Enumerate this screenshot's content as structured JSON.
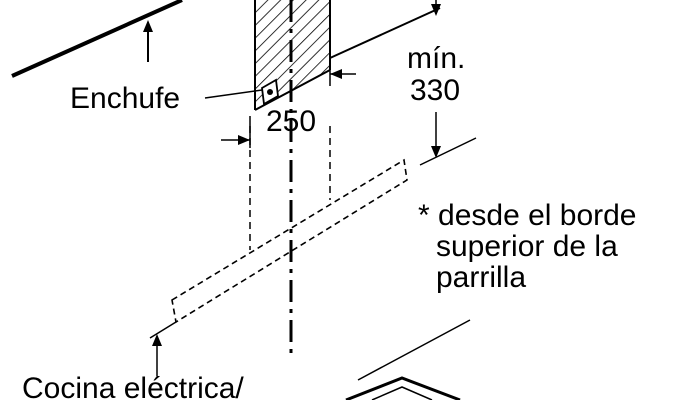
{
  "labels": {
    "plug": "Enchufe",
    "width_value": "250",
    "min_label": "mín.",
    "min_value": "330",
    "note_line1": "* desde el borde",
    "note_line2": "superior de la",
    "note_line3": "parrilla",
    "hob_label": "Cocina eléctrica/"
  },
  "colors": {
    "ink": "#000000",
    "background": "#ffffff"
  }
}
